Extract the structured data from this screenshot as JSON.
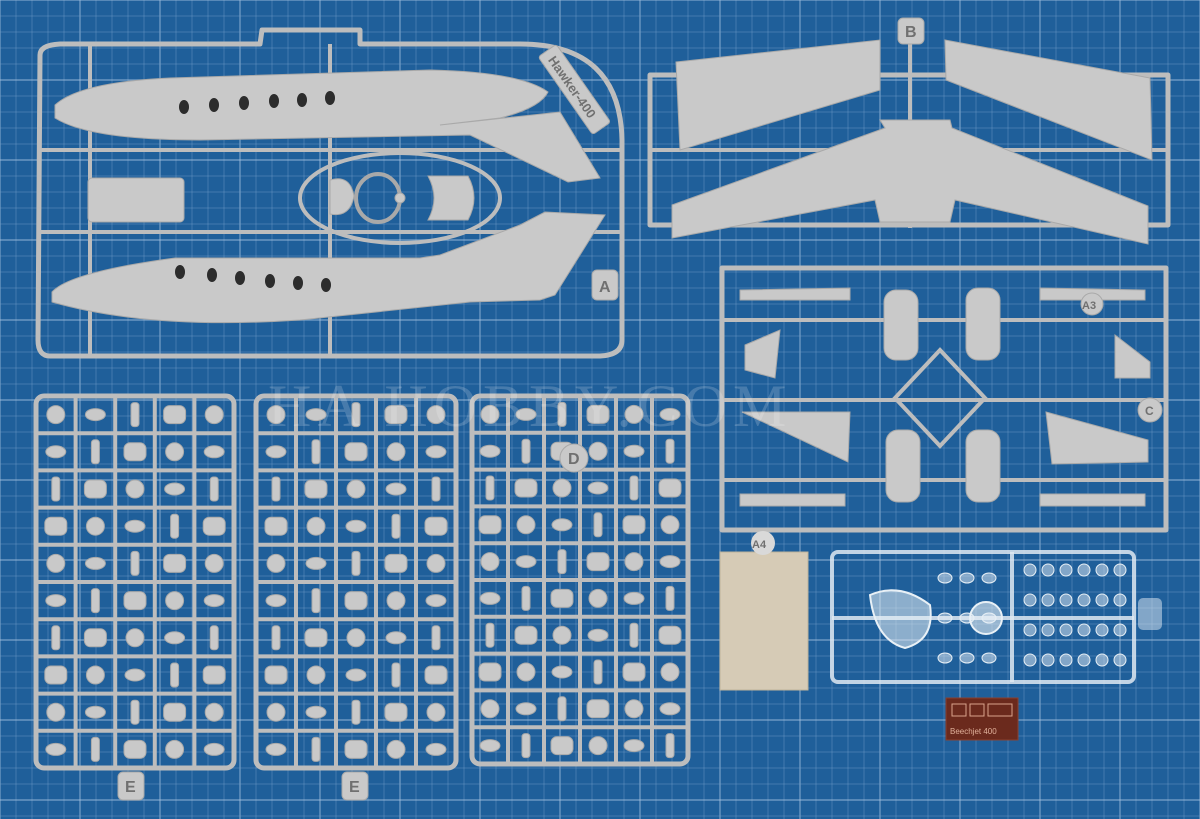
{
  "watermark": "HA HOBBY.COM",
  "model_name": "Hawker-400",
  "sprue_labels": {
    "a": "A",
    "b": "B",
    "c": "C",
    "d": "D",
    "e1": "E",
    "e2": "E",
    "a3": "A3",
    "a4": "A4"
  },
  "pe_fret_text": "Beechjet 400",
  "colors": {
    "mat": "#1f5f9a",
    "plastic": "#c9c9c9",
    "decal_paper": "#d6cbb6",
    "pe_fret": "#6b2a1d"
  }
}
